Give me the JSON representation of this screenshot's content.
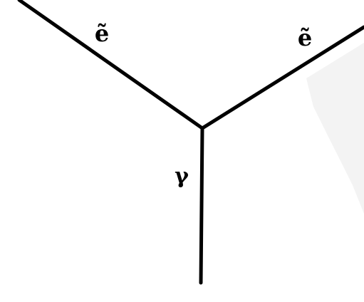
{
  "diagram": {
    "type": "feynman-vertex",
    "labels": {
      "left_line": "ẽ",
      "right_line": "ẽ",
      "bottom_line": "γ"
    },
    "colors": {
      "line": "#000000",
      "background": "#ffffff"
    }
  }
}
